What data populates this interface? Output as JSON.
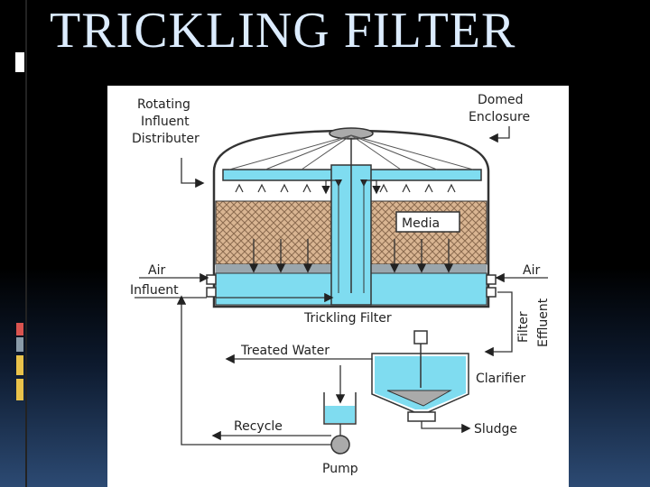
{
  "slide": {
    "title": "TRICKLING FILTER",
    "accent_colors": [
      "#d9534f",
      "#8a9ba8",
      "#e9c24a",
      "#e9c24a"
    ]
  },
  "diagram": {
    "labels": {
      "rotating": [
        "Rotating",
        "Influent",
        "Distributer"
      ],
      "domed": [
        "Domed",
        "Enclosure"
      ],
      "media": "Media",
      "air_left": "Air",
      "air_right": "Air",
      "influent": "Influent",
      "trickling_filter": "Trickling Filter",
      "filter_effluent": [
        "Filter",
        "Effluent"
      ],
      "treated_water": "Treated Water",
      "clarifier": "Clarifier",
      "recycle": "Recycle",
      "sludge": "Sludge",
      "pump": "Pump"
    },
    "colors": {
      "water": "#7fdcf0",
      "media": "#c9a27e",
      "enclosure": "#333333"
    }
  }
}
